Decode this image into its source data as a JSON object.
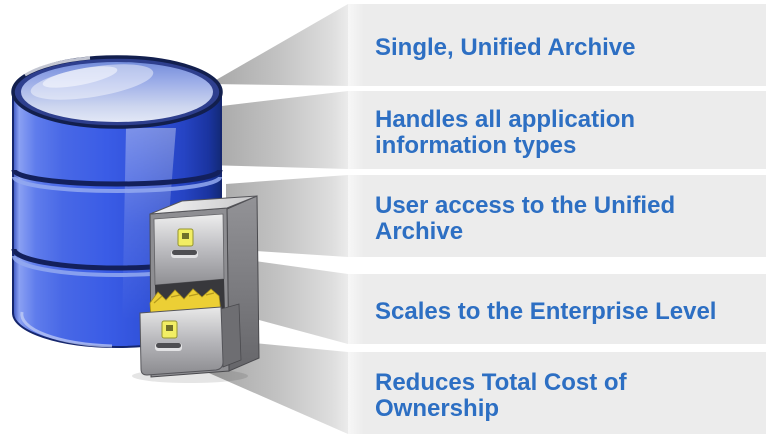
{
  "diagram": {
    "items": [
      {
        "lines": [
          "Single, Unified Archive",
          ""
        ]
      },
      {
        "lines": [
          "Handles all application",
          "information types"
        ]
      },
      {
        "lines": [
          "User access to the Unified",
          "Archive"
        ]
      },
      {
        "lines": [
          "Scales to the Enterprise Level",
          ""
        ]
      },
      {
        "lines": [
          "Reduces Total Cost of",
          "Ownership"
        ]
      }
    ],
    "icons": {
      "database": "database-icon",
      "cabinet": "file-cabinet-icon"
    },
    "colors": {
      "label_text": "#2d6fc3",
      "band_background": "#ececec",
      "ray_dark": "#a0a0a0",
      "ray_light": "#ebebeb",
      "database_blue": "#3354dc",
      "cabinet_gray": "#9a9a9e",
      "folder_yellow": "#eccf35",
      "page_background": "#ffffff"
    }
  }
}
